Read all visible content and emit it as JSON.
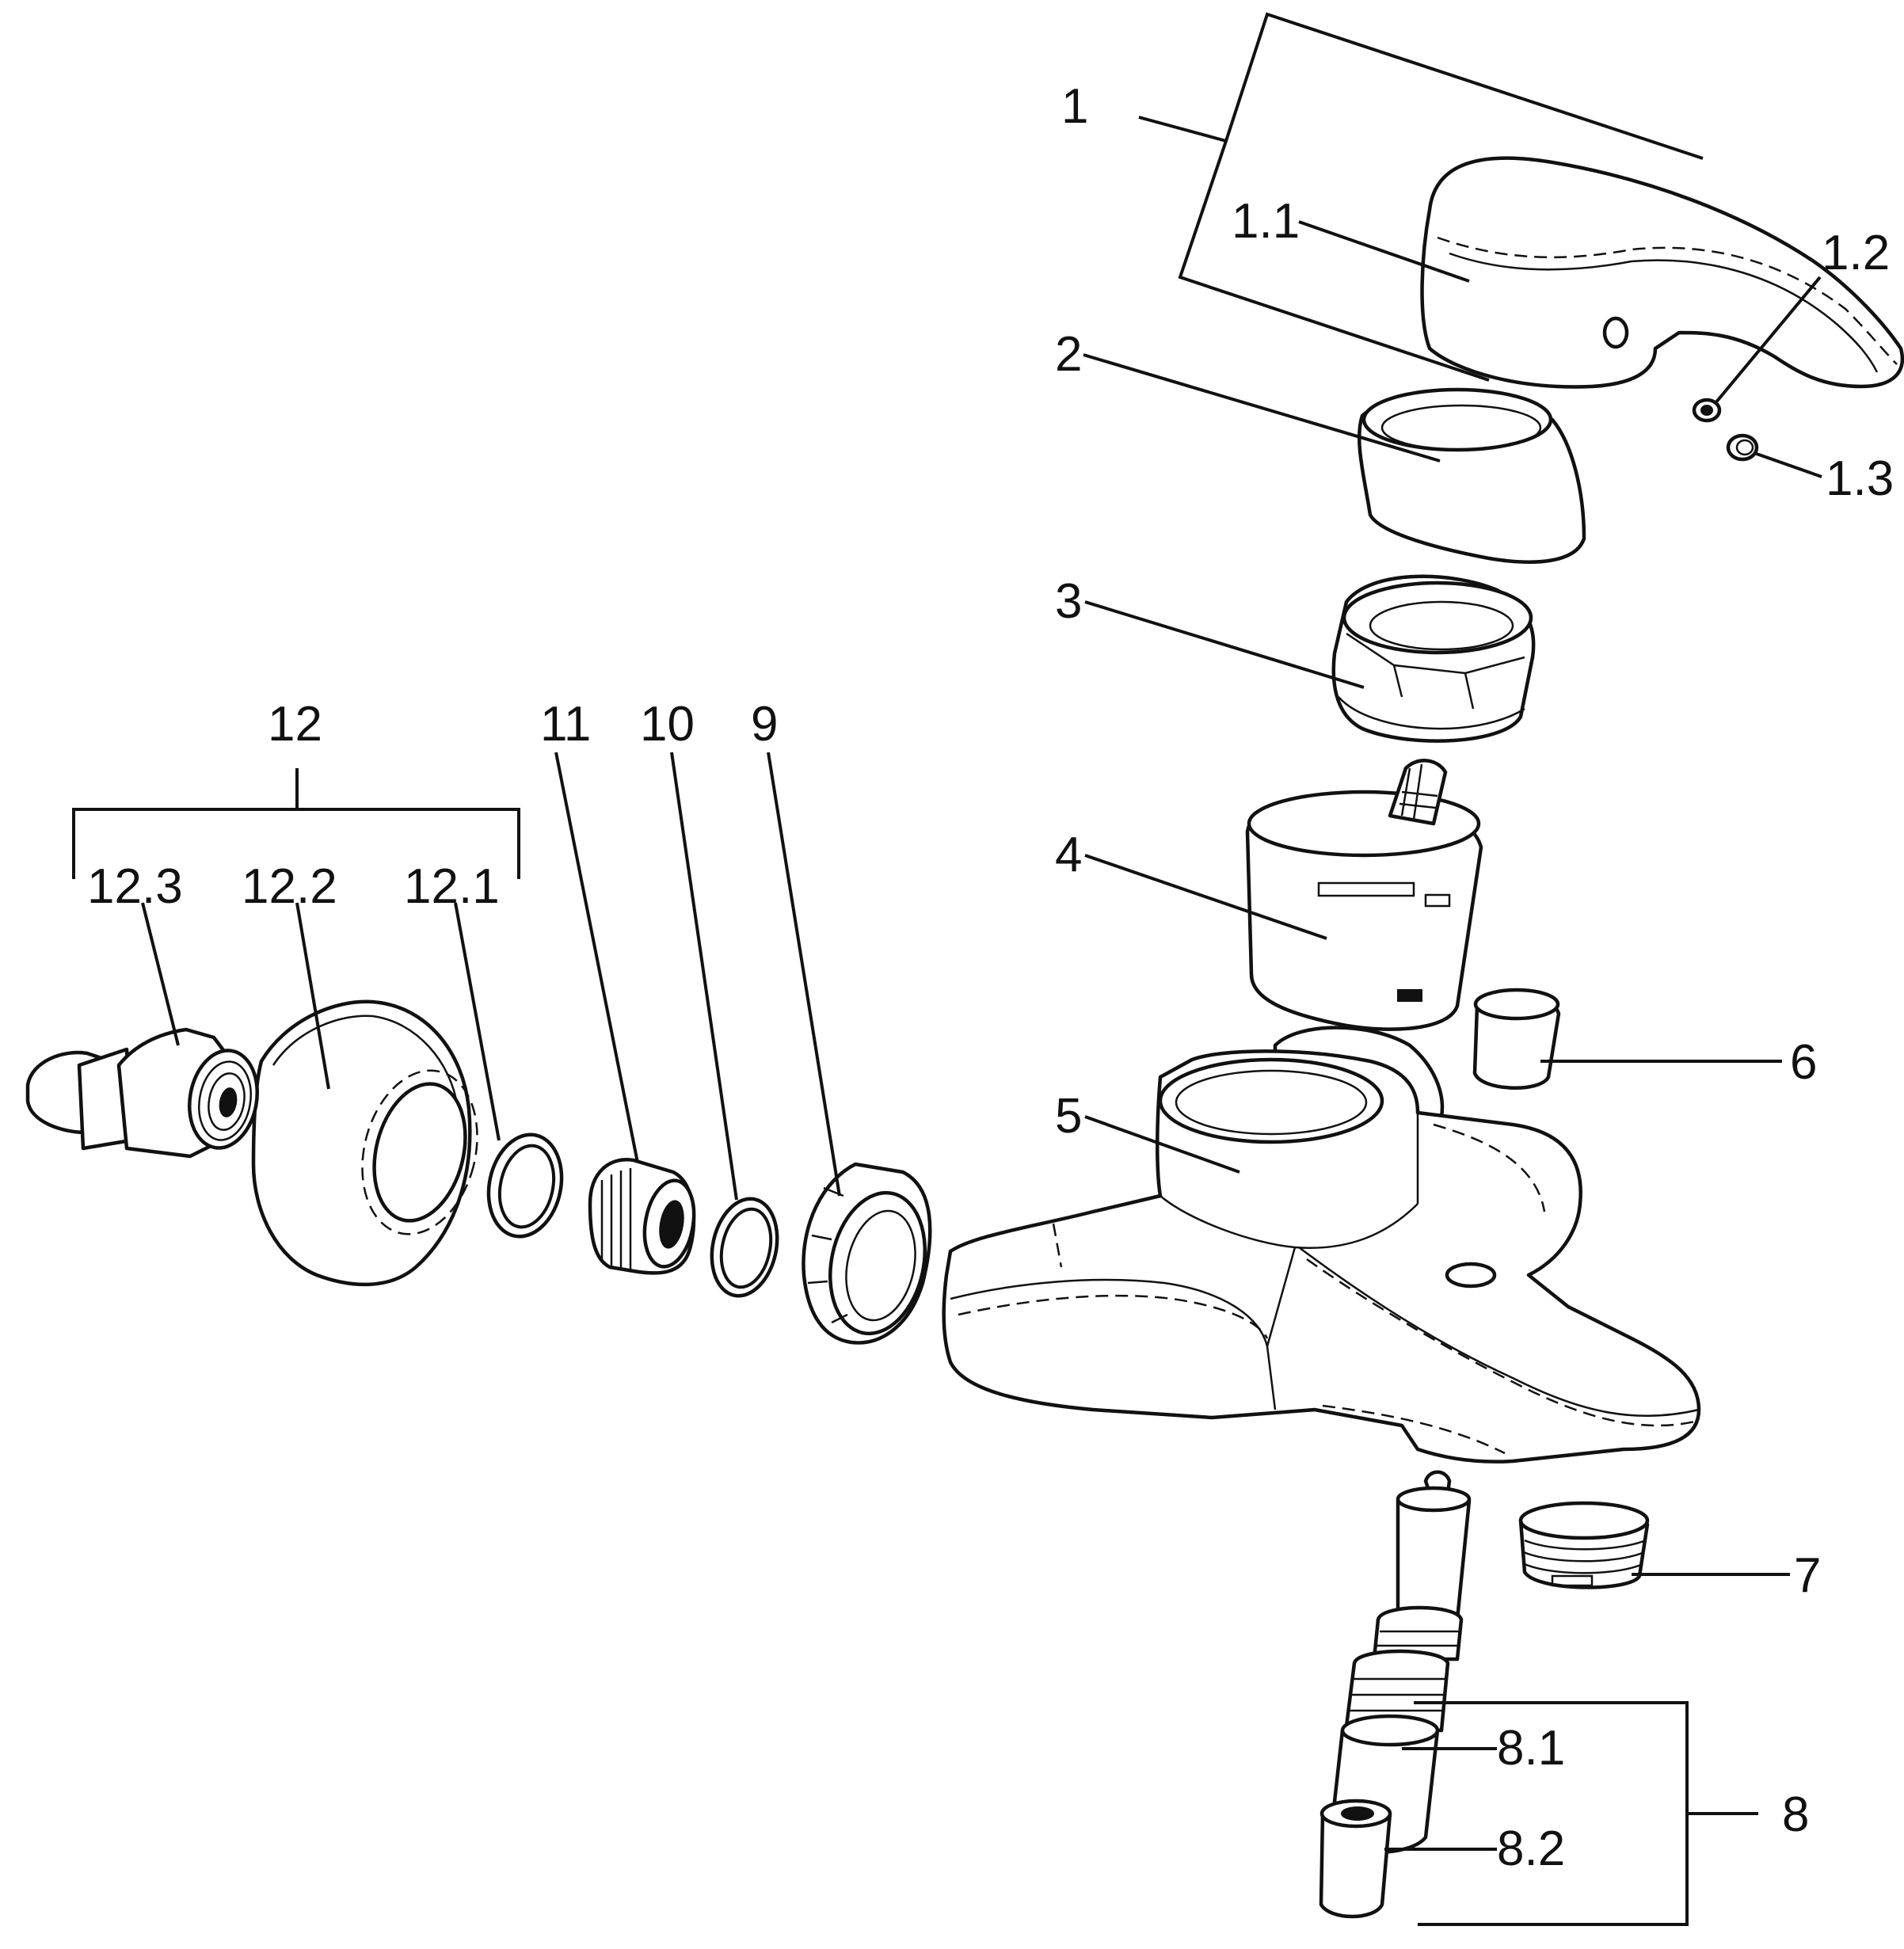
{
  "labels": {
    "l1": "1",
    "l1_1": "1.1",
    "l1_2": "1.2",
    "l1_3": "1.3",
    "l2": "2",
    "l3": "3",
    "l4": "4",
    "l5": "5",
    "l6": "6",
    "l7": "7",
    "l8": "8",
    "l8_1": "8.1",
    "l8_2": "8.2",
    "l9": "9",
    "l10": "10",
    "l11": "11",
    "l12": "12",
    "l12_1": "12.1",
    "l12_2": "12.2",
    "l12_3": "12.3"
  }
}
